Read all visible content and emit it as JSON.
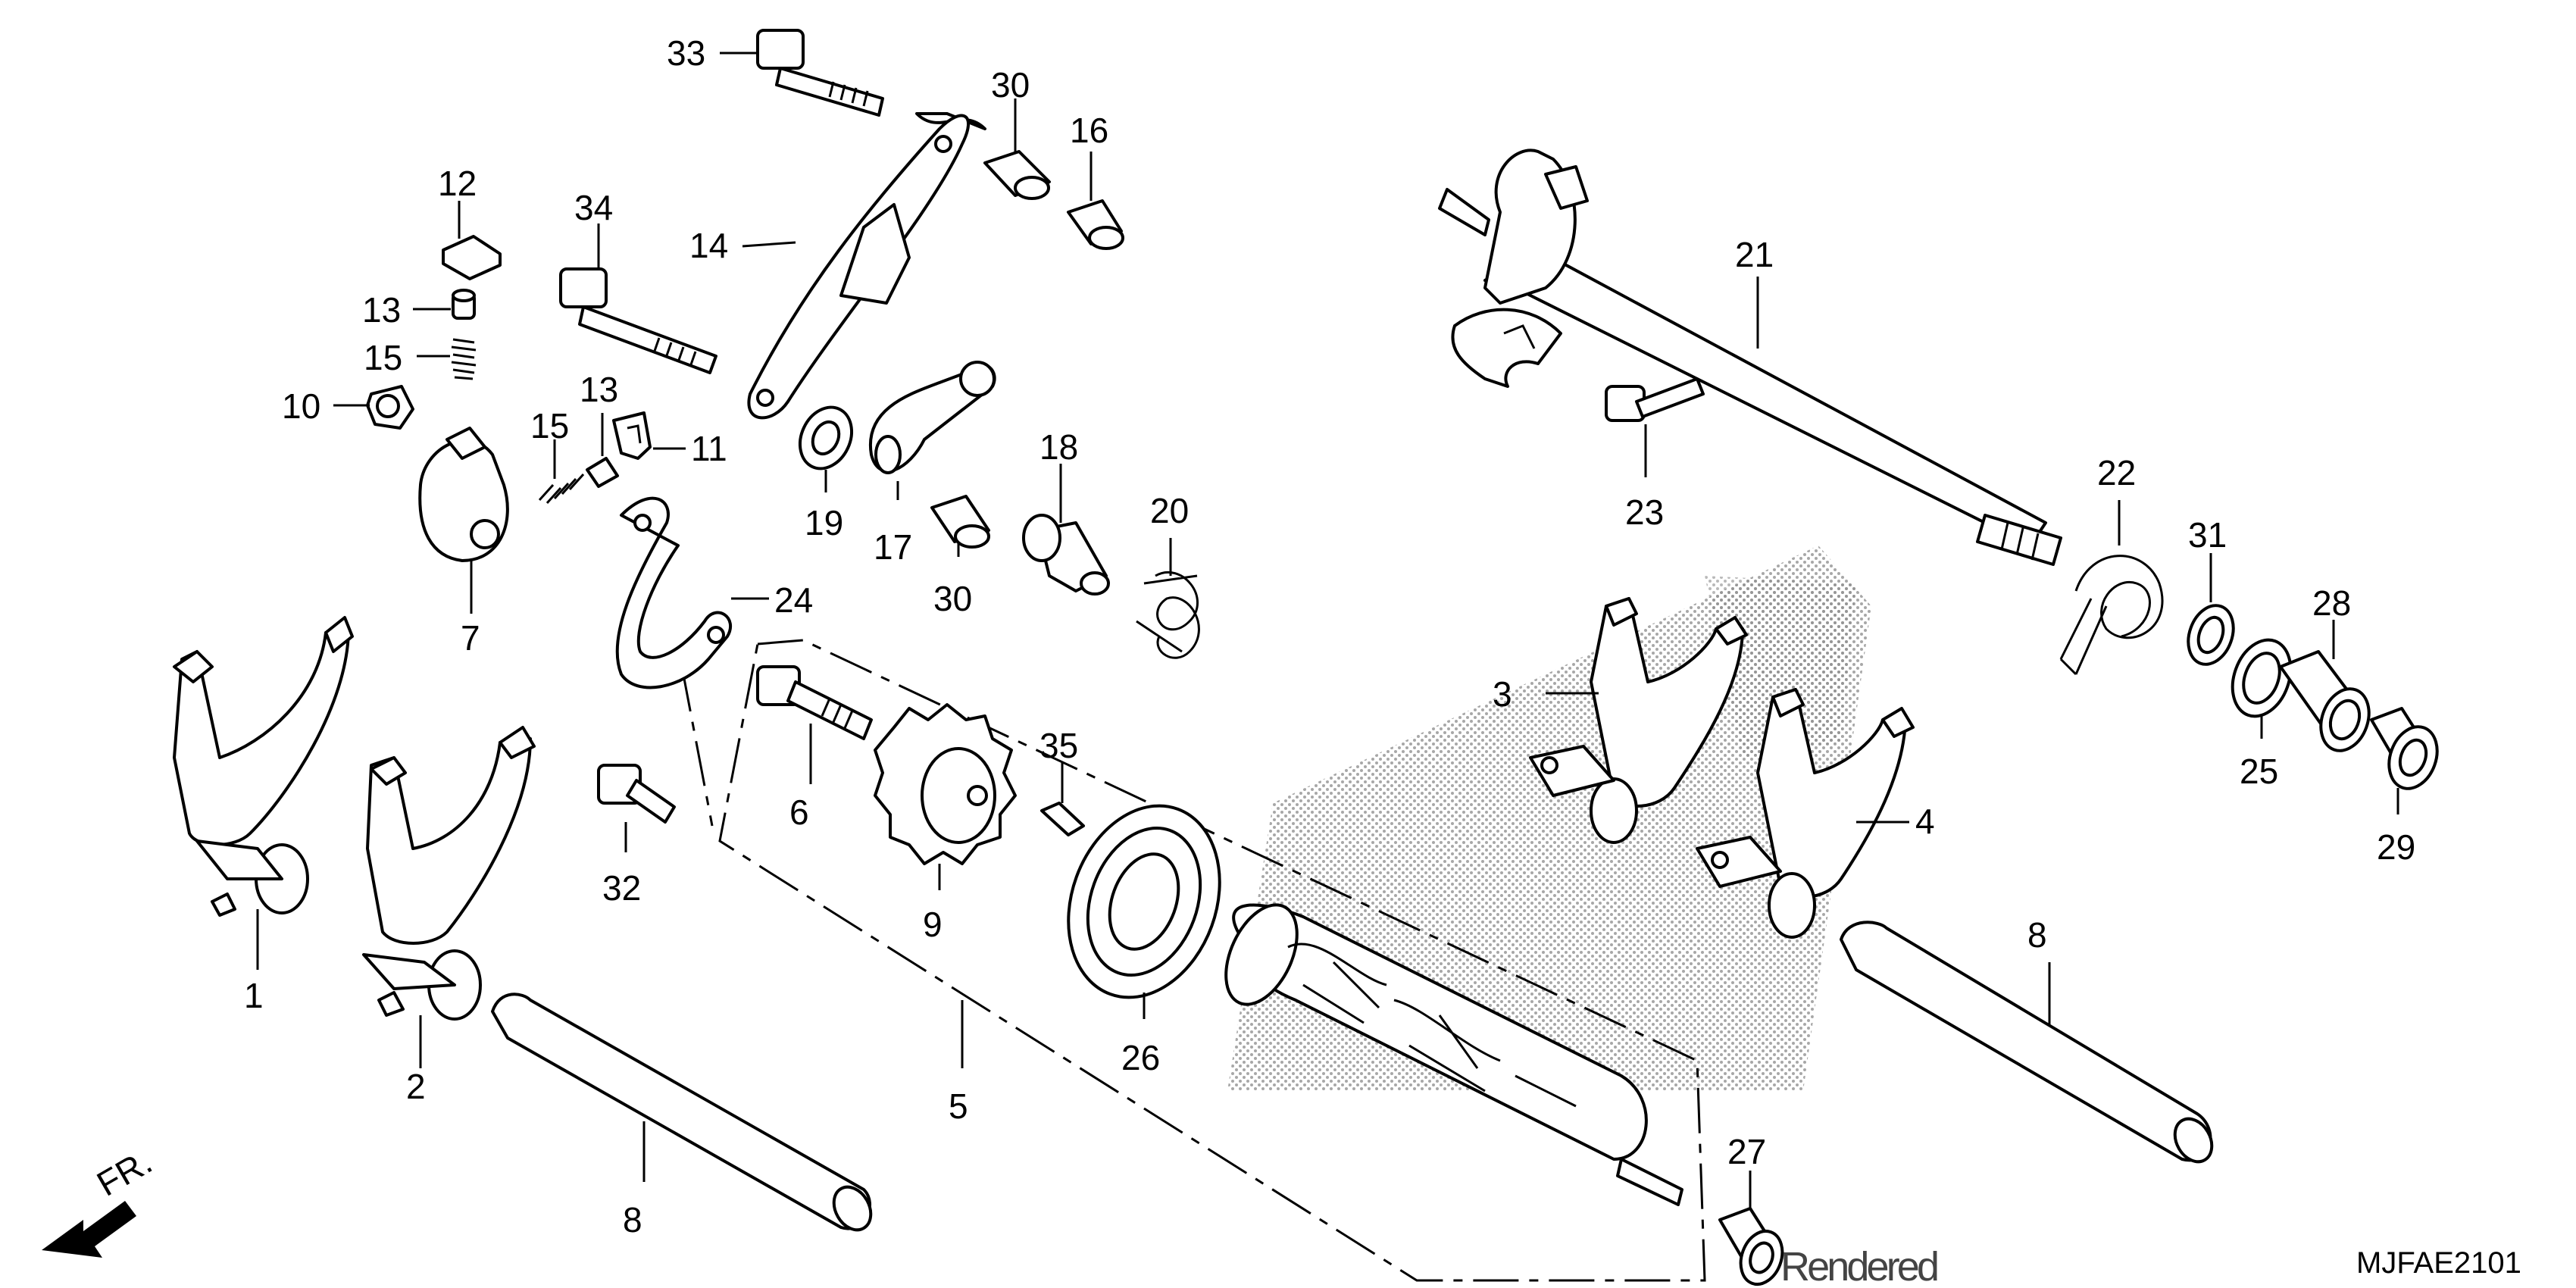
{
  "diagram": {
    "callouts": [
      "33",
      "30",
      "16",
      "12",
      "34",
      "14",
      "13",
      "15",
      "10",
      "15",
      "13",
      "11",
      "19",
      "17",
      "18",
      "20",
      "7",
      "24",
      "30",
      "6",
      "35",
      "9",
      "26",
      "5",
      "32",
      "1",
      "2",
      "8",
      "21",
      "23",
      "22",
      "31",
      "28",
      "25",
      "29",
      "3",
      "4",
      "8",
      "27"
    ],
    "diagram_code": "MJFAE2101",
    "front_label": "FR.",
    "overlay_text": "Rendered"
  },
  "colors": {
    "line": "#000000",
    "background": "#ffffff",
    "stipple": "#8a8a8a"
  }
}
